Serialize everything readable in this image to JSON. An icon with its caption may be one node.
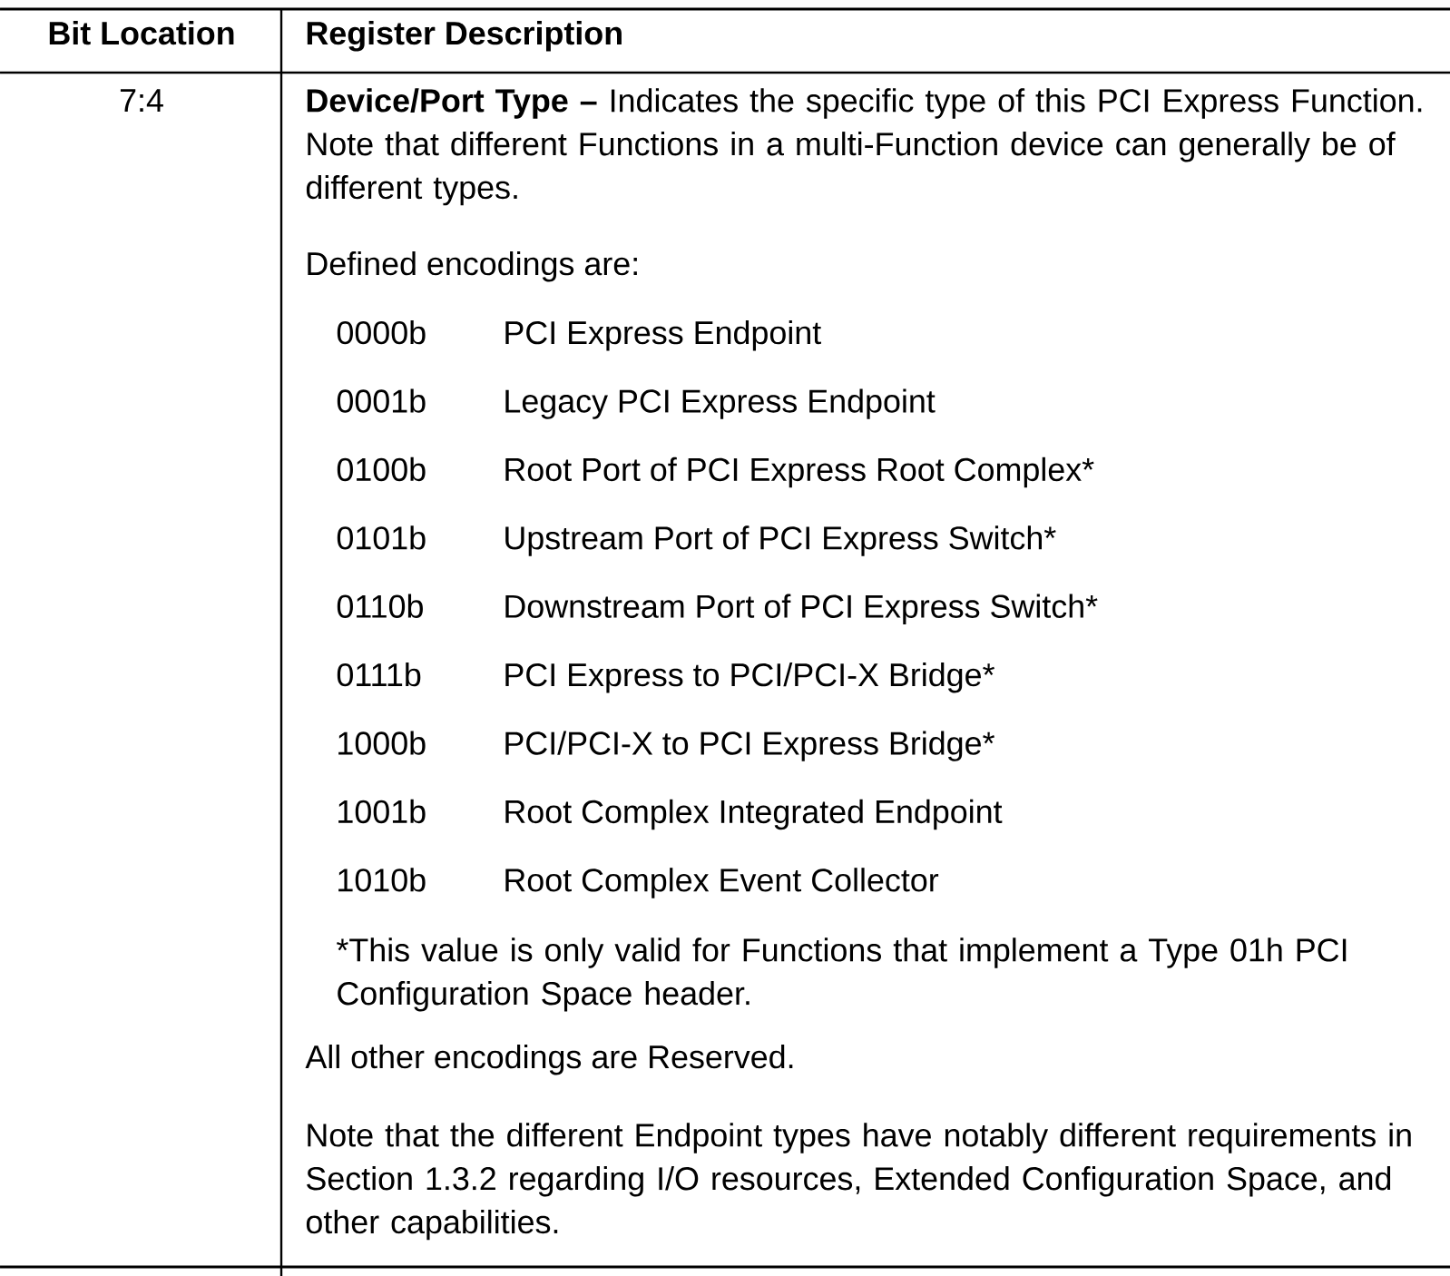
{
  "diagram": {
    "labels": [
      "Bit Location",
      "Register Description",
      "7:4",
      "**Device/Port Type –** Indicates the specific type of this PCI Express Function.  Note that different Functions in a multi-Function device can generally be of different types.",
      "Defined encodings are:",
      "0000b",
      "PCI Express Endpoint",
      "0001b",
      "Legacy PCI Express Endpoint",
      "0100b",
      "Root Port of PCI Express Root Complex*",
      "0101b",
      "Upstream Port of PCI Express Switch*",
      "0110b",
      "Downstream Port of PCI Express Switch*",
      "0111b",
      "PCI Express to PCI/PCI-X Bridge*",
      "1000b",
      "PCI/PCI-X to PCI Express Bridge*",
      "1001b",
      "Root Complex Integrated Endpoint",
      "1010b",
      "Root Complex Event Collector",
      "*This value is only valid for Functions that implement a Type 01h PCI Configuration Space header.",
      "All other encodings are Reserved.",
      "Note that the different Endpoint types have notably different requirements in Section 1.3.2 regarding I/O resources, Extended Configuration Space, and other capabilities."
    ]
  }
}
